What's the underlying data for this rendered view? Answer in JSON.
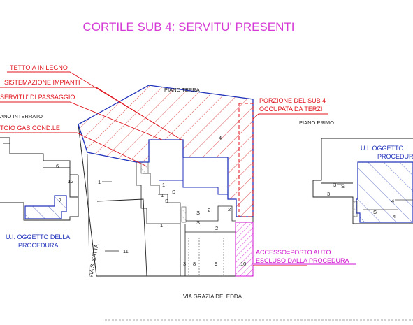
{
  "title": "CORTILE SUB 4: SERVITU' PRESENTI",
  "colors": {
    "title": "#d63ad6",
    "red": "#e0141e",
    "blue": "#2233bb",
    "magenta": "#d010d0",
    "line": "#222222",
    "hatch_red": "#e05050",
    "hatch_blue": "#6a78cc"
  },
  "callouts": {
    "tettoia": "TETTOIA IN LEGNO",
    "impianti": "SISTEMAZIONE IMPIANTI",
    "passaggio": "SERVITU' DI PASSAGGIO",
    "gas": "TOIO GAS COND.LE",
    "porzione_1": "PORZIONE DEL SUB 4",
    "porzione_2": "OCCUPATA DA TERZI",
    "accesso_1": "ACCESSO=POSTO AUTO",
    "accesso_2": "ESCLUSO DALLA PROCEDURA"
  },
  "floors": {
    "terra": "PIANO TERRA",
    "interrato": "ANO INTERRATO",
    "primo": "PIANO PRIMO"
  },
  "ui_left_1": "U.I. OGGETTO DELLA",
  "ui_left_2": "PROCEDURA",
  "ui_right_1": "U.I. OGGETTO",
  "ui_right_2": "PROCEDUR",
  "streets": {
    "satta": "VIA S. SATTA",
    "deledda": "VIA GRAZIA DELEDDA"
  },
  "parcels": {
    "n4": "4",
    "n1a": "1",
    "n1b": "1",
    "n1c": "1",
    "n1d": "1",
    "n6": "6",
    "n12": "12",
    "n7": "7",
    "n11": "11",
    "n2a": "2",
    "n2b": "2",
    "n2c": "2",
    "n3": "3",
    "n8": "8",
    "n9": "9",
    "n10": "10",
    "s1": "S",
    "s2": "S",
    "s3": "S",
    "s4": "S",
    "r3a": "3",
    "r3b": "3",
    "rs1": "S",
    "rs2": "S",
    "r4": "4",
    "r4b": "4"
  }
}
